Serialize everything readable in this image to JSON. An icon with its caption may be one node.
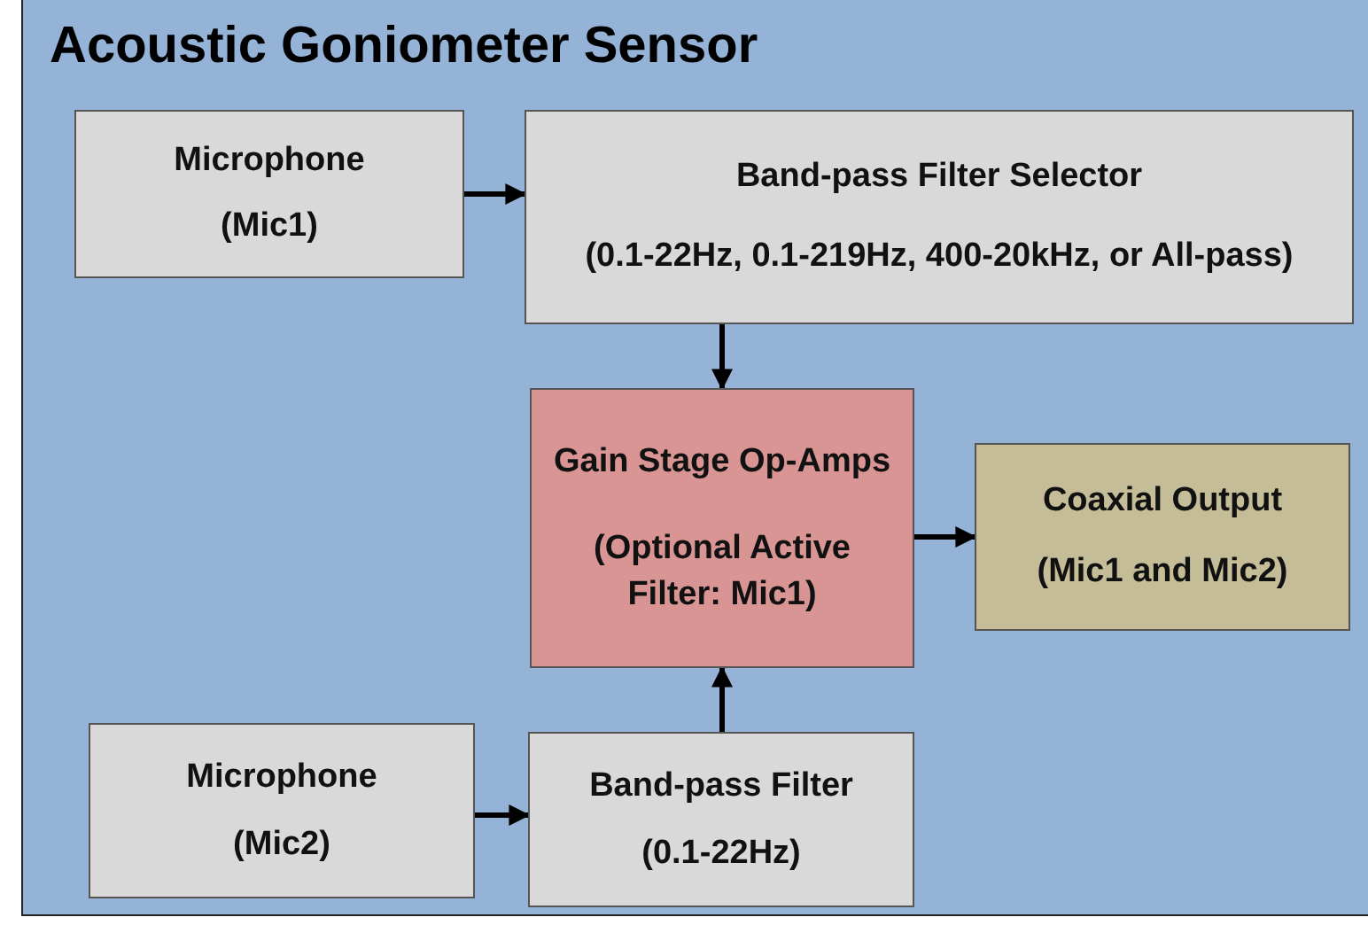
{
  "diagram": {
    "title": "Acoustic Goniometer Sensor",
    "nodes": [
      {
        "text": [
          "Microphone",
          "(Mic1)"
        ]
      },
      {
        "text": [
          "Band-pass Filter Selector",
          "(0.1-22Hz, 0.1-219Hz, 400-20kHz, or All-pass)"
        ]
      },
      {
        "text": [
          "Gain Stage Op-Amps",
          "(Optional Active Filter: Mic1)"
        ]
      },
      {
        "text": [
          "Coaxial Output",
          "(Mic1 and Mic2)"
        ]
      },
      {
        "text": [
          "Microphone",
          "(Mic2)"
        ]
      },
      {
        "text": [
          "Band-pass Filter",
          "(0.1-22Hz)"
        ]
      }
    ],
    "edges": [
      {
        "from": 0,
        "to": 1,
        "arrow": "to"
      },
      {
        "from": 1,
        "to": 2,
        "arrow": "to"
      },
      {
        "from": 2,
        "to": 3,
        "arrow": "to"
      },
      {
        "from": 5,
        "to": 2,
        "arrow": "to"
      },
      {
        "from": 4,
        "to": 5,
        "arrow": "to"
      }
    ]
  }
}
